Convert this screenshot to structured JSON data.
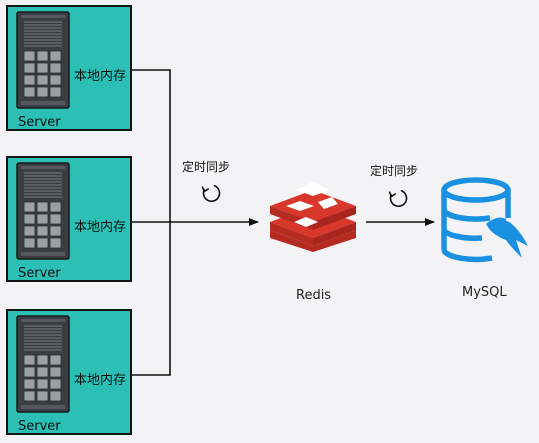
{
  "servers": [
    {
      "label": "Server",
      "memory_label": "本地内存"
    },
    {
      "label": "Server",
      "memory_label": "本地内存"
    },
    {
      "label": "Server",
      "memory_label": "本地内存"
    }
  ],
  "sync_labels": {
    "servers_to_redis": "定时同步",
    "redis_to_mysql": "定时同步"
  },
  "nodes": {
    "redis": "Redis",
    "mysql": "MySQL"
  },
  "colors": {
    "server_box": "#2bbfb5",
    "redis": "#d8382c",
    "mysql": "#1a90e0",
    "background": "#f3f3f5"
  },
  "icons": {
    "server": "server-tower-icon",
    "sync": "refresh-cycle-icon",
    "redis": "redis-logo-icon",
    "mysql": "mysql-database-icon"
  }
}
